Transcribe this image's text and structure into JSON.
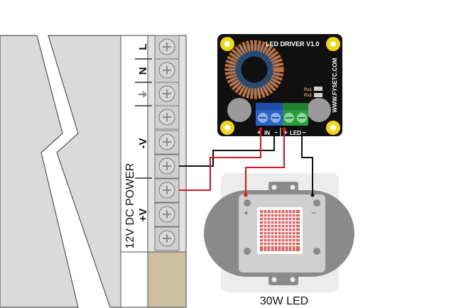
{
  "power_supply": {
    "vertical_label": "12V DC POWER",
    "terminals": [
      "L",
      "N",
      "⏚",
      "-V",
      "+V"
    ]
  },
  "driver_board": {
    "title": "LED DRIVER V1.0",
    "brand": "WWW.FYSETC.COM",
    "resistors": [
      "Rs1",
      "Rs2"
    ],
    "in_label": "IN",
    "led_label": "LED",
    "plus": "+",
    "minus": "−"
  },
  "led_module": {
    "caption": "30W LED",
    "plus": "+",
    "minus": "−"
  },
  "colors": {
    "wire_positive": "#e0141e",
    "wire_negative": "#111111",
    "pcb": "#101010",
    "coil": "#c8743a",
    "terminal_in": "#2a62c8",
    "terminal_led": "#2a9c40",
    "mount_hole": "#f2d61a",
    "led_emitter": "#e06060"
  }
}
